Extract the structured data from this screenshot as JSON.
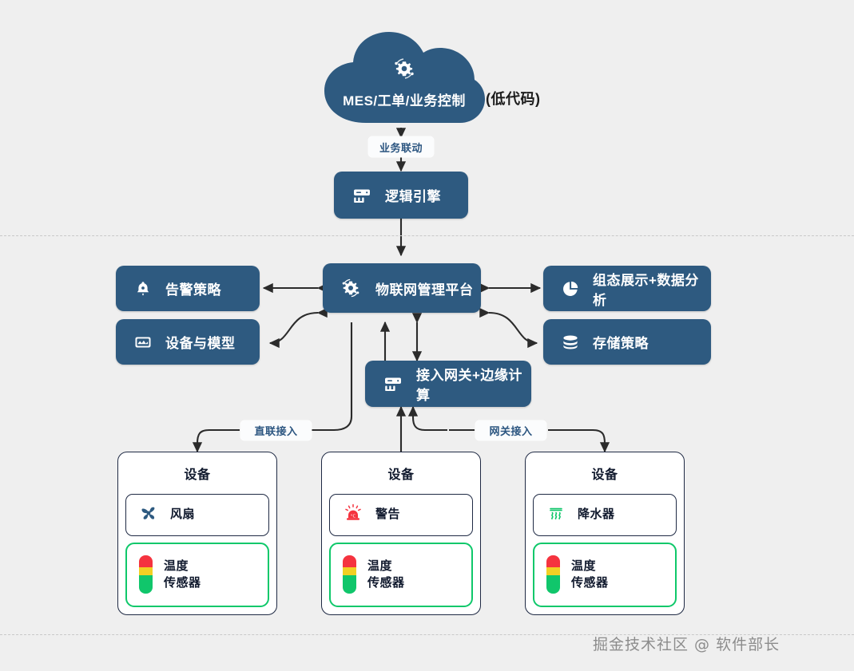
{
  "diagram": {
    "title_text": "IoT platform architecture diagram",
    "colors": {
      "background": "#efefef",
      "node_fill": "#2e5a80",
      "node_text": "#ffffff",
      "card_border": "#1f2a44",
      "highlight_green": "#0ec86a",
      "wire": "#2b2b2b",
      "pill_text": "#2b5580",
      "dash_line": "#c9c9c9",
      "watermark": "#8c8c8c"
    }
  },
  "cloud": {
    "label": "MES/工单/业务控制",
    "icon": "iot-gear-icon",
    "side_note": "(低代码)"
  },
  "wire_labels": {
    "business_link": "业务联动",
    "direct_access": "直联接入",
    "gateway_access": "网关接入"
  },
  "nodes": {
    "logic_engine": {
      "label": "逻辑引擎",
      "icon": "gateway-device-icon"
    },
    "platform": {
      "label": "物联网管理平台",
      "icon": "iot-gear-icon"
    },
    "alarm_policy": {
      "label": "告警策略",
      "icon": "bell-icon"
    },
    "device_model": {
      "label": "设备与模型",
      "icon": "device-model-icon"
    },
    "scada_analytics": {
      "label": "组态展示+数据分析",
      "icon": "pie-chart-icon"
    },
    "storage_policy": {
      "label": "存储策略",
      "icon": "database-icon"
    },
    "gateway_edge": {
      "label": "接入网关+边缘计算",
      "icon": "gateway-device-icon"
    }
  },
  "device_cards": [
    {
      "title": "设备",
      "primary": {
        "label": "风扇",
        "icon": "fan-icon"
      },
      "sensor": {
        "label_line1": "温度",
        "label_line2": "传感器",
        "icon": "temperature-sensor-icon"
      }
    },
    {
      "title": "设备",
      "primary": {
        "label": "警告",
        "icon": "alarm-beacon-icon"
      },
      "sensor": {
        "label_line1": "温度",
        "label_line2": "传感器",
        "icon": "temperature-sensor-icon"
      }
    },
    {
      "title": "设备",
      "primary": {
        "label": "降水器",
        "icon": "sprinkler-steam-icon"
      },
      "sensor": {
        "label_line1": "温度",
        "label_line2": "传感器",
        "icon": "temperature-sensor-icon"
      }
    }
  ],
  "watermark": {
    "text": "掘金技术社区 @ 软件部长"
  }
}
